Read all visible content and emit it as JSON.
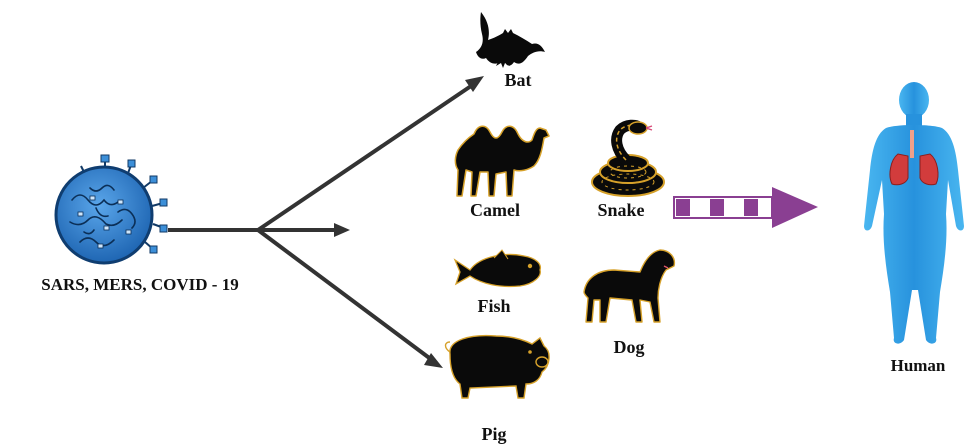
{
  "source": {
    "label": "SARS, MERS, COVID - 19",
    "icon": "virus-icon",
    "color": "#2f7fd0"
  },
  "hosts": [
    {
      "key": "bat",
      "label": "Bat",
      "icon": "bat-icon"
    },
    {
      "key": "camel",
      "label": "Camel",
      "icon": "camel-icon"
    },
    {
      "key": "snake",
      "label": "Snake",
      "icon": "snake-icon"
    },
    {
      "key": "fish",
      "label": "Fish",
      "icon": "fish-icon"
    },
    {
      "key": "dog",
      "label": "Dog",
      "icon": "dog-icon"
    },
    {
      "key": "pig",
      "label": "Pig",
      "icon": "pig-icon"
    }
  ],
  "target": {
    "label": "Human",
    "icon": "human-icon",
    "color": "#2f9be0"
  },
  "colors": {
    "arrow": "#333333",
    "transmission_arrow": "#8a3f92",
    "animal_fill": "#0a0a0a",
    "animal_outline": "#d6a12a",
    "lungs": "#d23c3c"
  }
}
